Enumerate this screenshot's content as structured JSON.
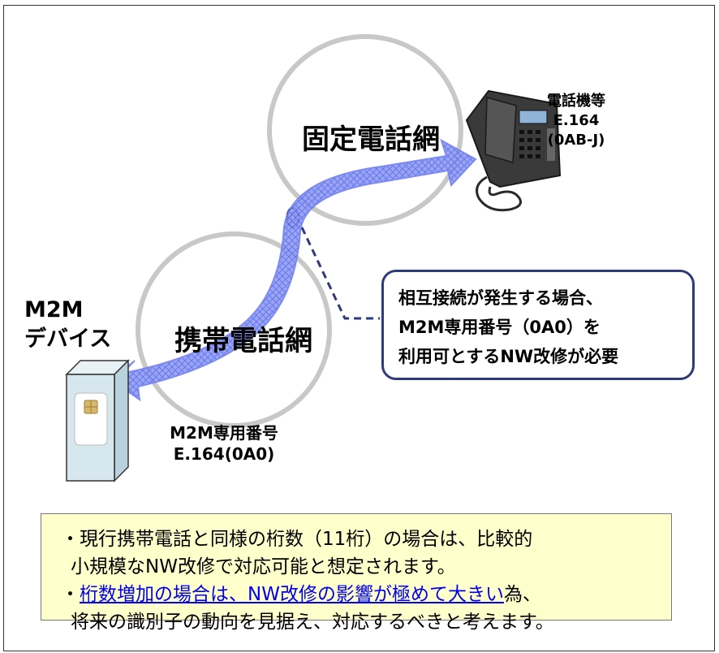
{
  "diagram": {
    "fixed_network_label": "固定電話網",
    "mobile_network_label": "携帯電話網",
    "phone_caption": [
      "電話機等",
      "E.164",
      "(0AB-J)"
    ],
    "m2m_device_label": [
      "M2M",
      "デバイス"
    ],
    "m2m_number_caption": [
      "M2M専用番号",
      "E.164(0A0)"
    ],
    "callout_lines": [
      "相互接続が発生する場合、",
      "M2M専用番号（0A0）を",
      "利用可とするNW改修が必要"
    ]
  },
  "note": {
    "bullet1_line1": "・現行携帯電話と同様の桁数（11桁）の場合は、比較的",
    "bullet1_line2": "小規模なNW改修で対応可能と想定されます。",
    "bullet2_prefix": "・",
    "bullet2_underlined": "桁数増加の場合は、NW改修の影響が極めて大きい",
    "bullet2_suffix": "為、",
    "bullet2_line2": "将来の識別子の動向を見据え、対応するべきと考えます。"
  },
  "colors": {
    "arrow": "#6f7fef",
    "callout_border": "#2e3a7a",
    "note_background": "#ffffcc",
    "link": "#0000ee"
  }
}
